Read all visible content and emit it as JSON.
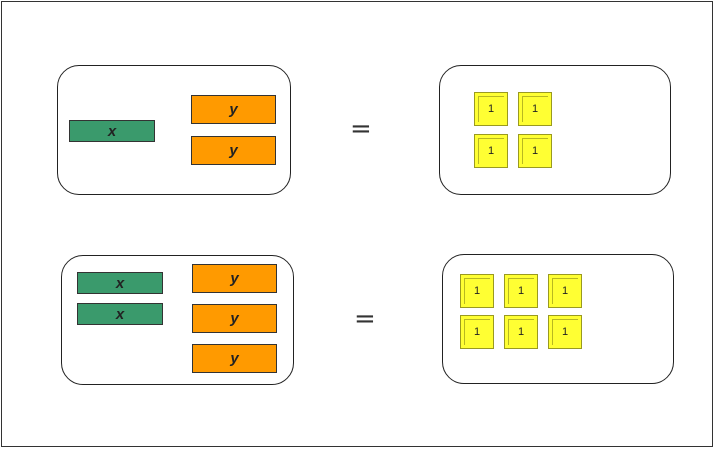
{
  "rows": [
    {
      "left": {
        "x_tiles": [
          "x"
        ],
        "y_tiles": [
          "y",
          "y"
        ]
      },
      "operator": "=",
      "right": {
        "units": [
          "1",
          "1",
          "1",
          "1"
        ]
      }
    },
    {
      "left": {
        "x_tiles": [
          "x",
          "x"
        ],
        "y_tiles": [
          "y",
          "y",
          "y"
        ]
      },
      "operator": "=",
      "right": {
        "units": [
          "1",
          "1",
          "1",
          "1",
          "1",
          "1"
        ]
      }
    }
  ],
  "colors": {
    "x_tile": "#3a9a6c",
    "y_tile": "#ff9a00",
    "unit_tile": "#ffff33"
  }
}
